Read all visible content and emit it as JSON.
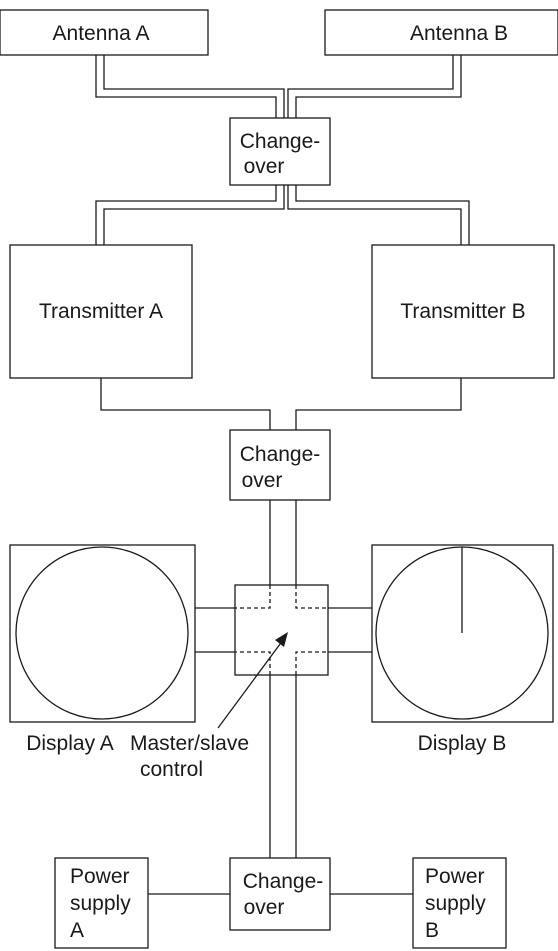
{
  "labels": {
    "antenna_a": "Antenna A",
    "antenna_b": "Antenna B",
    "changeover_top": [
      "Change-",
      "over"
    ],
    "transmitter_a": "Transmitter A",
    "transmitter_b": "Transmitter B",
    "changeover_mid": [
      "Change-",
      "over"
    ],
    "display_a": "Display A",
    "display_b": "Display B",
    "master_slave": [
      "Master/slave",
      "control"
    ],
    "changeover_bottom": [
      "Change-",
      "over"
    ],
    "power_a": [
      "Power",
      "supply",
      "A"
    ],
    "power_b": [
      "Power",
      "supply",
      "B"
    ]
  }
}
